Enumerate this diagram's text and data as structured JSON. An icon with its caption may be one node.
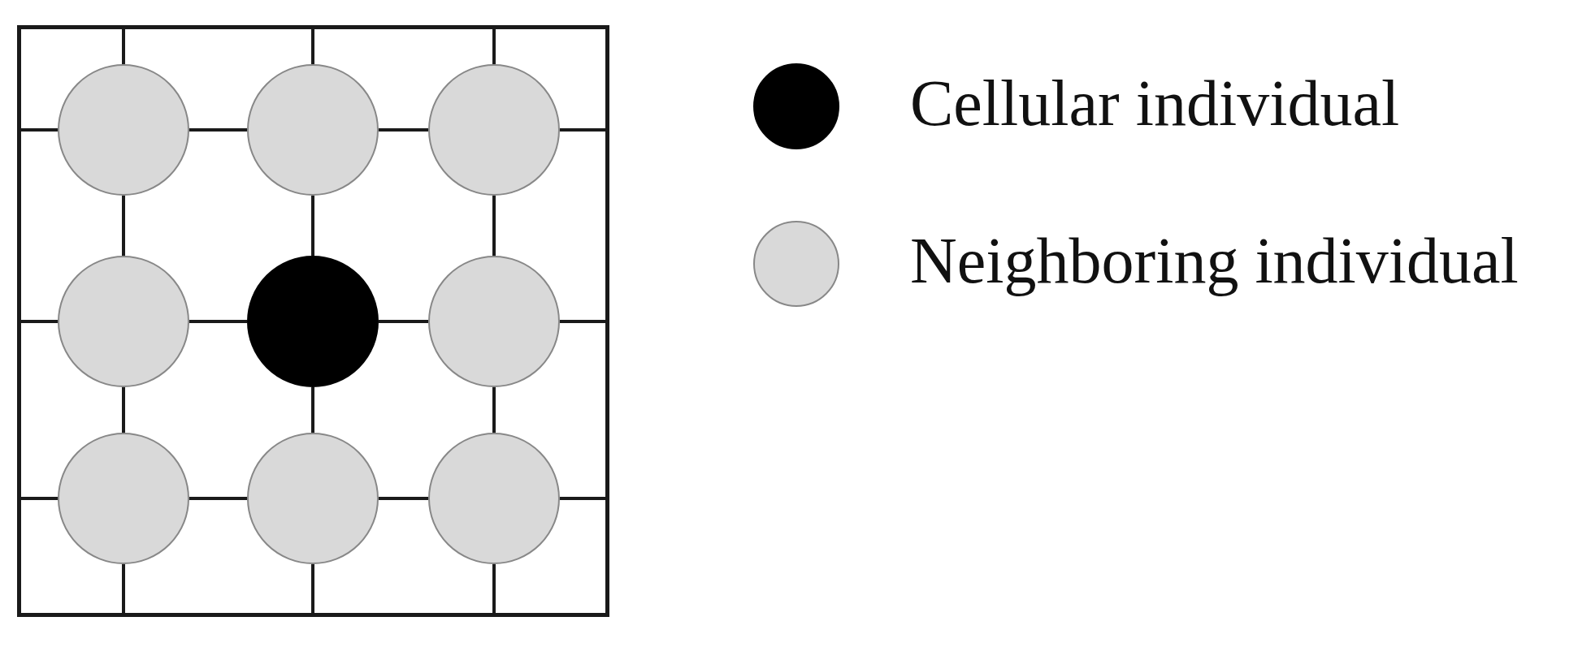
{
  "diagram": {
    "nodes": [
      {
        "text": [],
        "shape": "box"
      },
      {
        "text": [],
        "shape": "circle",
        "in": 0
      },
      {
        "text": [],
        "shape": "circle",
        "in": 0
      },
      {
        "text": [],
        "shape": "circle",
        "in": 0
      },
      {
        "text": [],
        "shape": "circle",
        "in": 0
      },
      {
        "text": [],
        "shape": "circle",
        "in": 0
      },
      {
        "text": [],
        "shape": "circle",
        "in": 0
      },
      {
        "text": [],
        "shape": "circle",
        "in": 0
      },
      {
        "text": [],
        "shape": "circle",
        "in": 0
      },
      {
        "text": [],
        "shape": "circle",
        "in": 0
      }
    ],
    "edges": [
      {
        "from": 1,
        "to": 2,
        "arrow": "none"
      },
      {
        "from": 2,
        "to": 3,
        "arrow": "none"
      },
      {
        "from": 4,
        "to": 5,
        "arrow": "none"
      },
      {
        "from": 5,
        "to": 6,
        "arrow": "none"
      },
      {
        "from": 7,
        "to": 8,
        "arrow": "none"
      },
      {
        "from": 8,
        "to": 9,
        "arrow": "none"
      },
      {
        "from": 1,
        "to": 4,
        "arrow": "none"
      },
      {
        "from": 4,
        "to": 7,
        "arrow": "none"
      },
      {
        "from": 2,
        "to": 5,
        "arrow": "none"
      },
      {
        "from": 5,
        "to": 8,
        "arrow": "none"
      },
      {
        "from": 3,
        "to": 6,
        "arrow": "none"
      },
      {
        "from": 6,
        "to": 9,
        "arrow": "none"
      },
      {
        "from": 1,
        "to": 0,
        "arrow": "none"
      },
      {
        "from": 2,
        "to": 0,
        "arrow": "none"
      },
      {
        "from": 3,
        "to": 0,
        "arrow": "none"
      },
      {
        "from": 1,
        "to": 0,
        "arrow": "none"
      },
      {
        "from": 4,
        "to": 0,
        "arrow": "none"
      },
      {
        "from": 7,
        "to": 0,
        "arrow": "none"
      },
      {
        "from": 3,
        "to": 0,
        "arrow": "none"
      },
      {
        "from": 6,
        "to": 0,
        "arrow": "none"
      },
      {
        "from": 9,
        "to": 0,
        "arrow": "none"
      },
      {
        "from": 7,
        "to": 0,
        "arrow": "none"
      },
      {
        "from": 8,
        "to": 0,
        "arrow": "none"
      },
      {
        "from": 9,
        "to": 0,
        "arrow": "none"
      }
    ],
    "legend": [
      {
        "text": "Cellular individual",
        "color": "#000000"
      },
      {
        "text": "Neighboring individual",
        "color": "#d9d9d9"
      }
    ]
  }
}
